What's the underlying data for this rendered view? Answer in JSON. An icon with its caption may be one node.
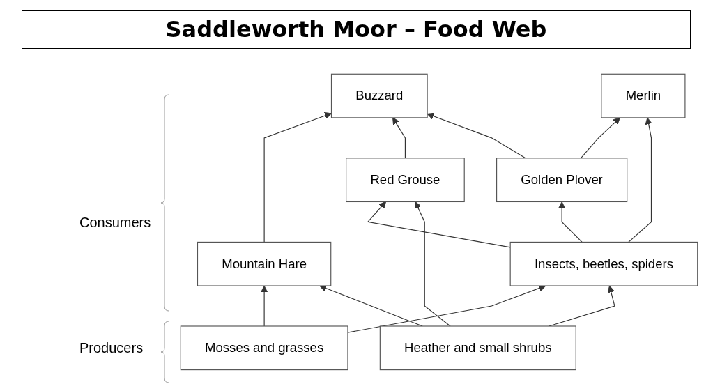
{
  "diagram": {
    "title": "Saddleworth Moor – Food Web",
    "nodes": [
      {
        "text": [
          "Buzzard"
        ]
      },
      {
        "text": [
          "Merlin"
        ]
      },
      {
        "text": [
          "Mountain Hare"
        ]
      },
      {
        "text": [
          "Red Grouse"
        ]
      },
      {
        "text": [
          "Golden Plover"
        ]
      },
      {
        "text": [
          "Insects, beetles, spiders"
        ]
      },
      {
        "text": [
          "Mosses and grasses"
        ]
      },
      {
        "text": [
          "Heather and small shrubs"
        ]
      }
    ],
    "edges": [
      {
        "from": 2,
        "to": 0,
        "arrow": "to"
      },
      {
        "from": 3,
        "to": 0,
        "arrow": "to"
      },
      {
        "from": 4,
        "to": 0,
        "arrow": "to"
      },
      {
        "from": 4,
        "to": 1,
        "arrow": "to"
      },
      {
        "from": 5,
        "to": 1,
        "arrow": "to"
      },
      {
        "from": 5,
        "to": 3,
        "arrow": "to"
      },
      {
        "from": 5,
        "to": 4,
        "arrow": "to"
      },
      {
        "from": 6,
        "to": 2,
        "arrow": "to"
      },
      {
        "from": 6,
        "to": 5,
        "arrow": "to"
      },
      {
        "from": 7,
        "to": 5,
        "arrow": "to"
      },
      {
        "from": 7,
        "to": 2,
        "arrow": "to"
      },
      {
        "from": 7,
        "to": 3,
        "arrow": "to"
      }
    ],
    "labels": [
      "Consumers",
      "Producers"
    ]
  }
}
